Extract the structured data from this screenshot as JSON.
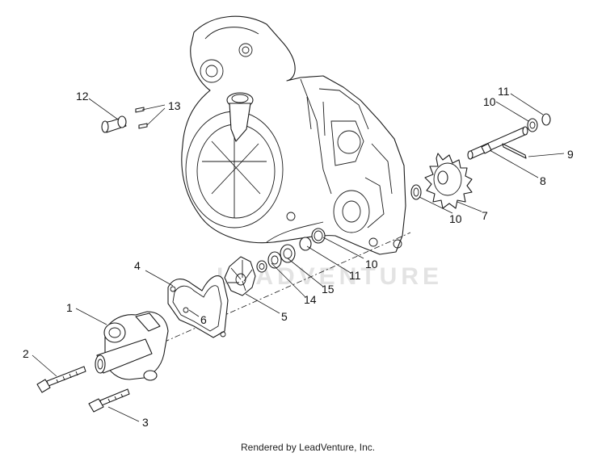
{
  "diagram": {
    "callouts": {
      "c1": "1",
      "c2": "2",
      "c3": "3",
      "c4": "4",
      "c5": "5",
      "c6": "6",
      "c7": "7",
      "c8": "8",
      "c9": "9",
      "c10a": "10",
      "c10b": "10",
      "c10c": "10",
      "c11a": "11",
      "c11b": "11",
      "c12": "12",
      "c13": "13",
      "c14": "14",
      "c15": "15"
    },
    "watermark": "LEADVENTURE",
    "footer": "Rendered by LeadVenture, Inc."
  }
}
